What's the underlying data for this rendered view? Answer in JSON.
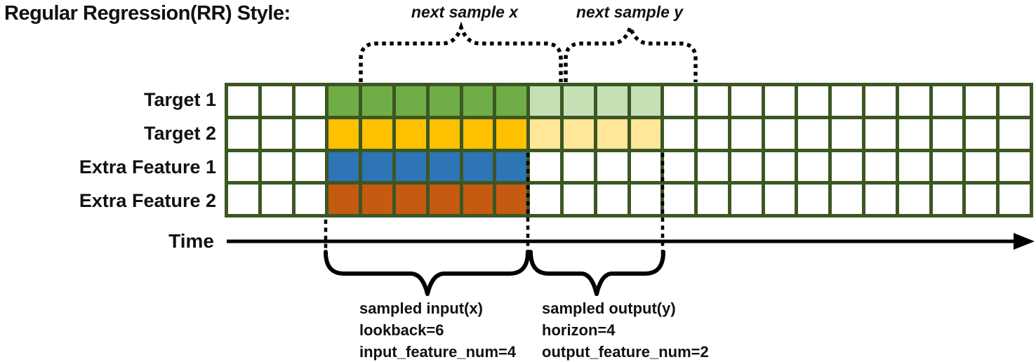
{
  "title": "Regular Regression(RR) Style:",
  "annotations": {
    "next_sample_x": "next sample x",
    "next_sample_y": "next sample y"
  },
  "time_label": "Time",
  "rows": [
    {
      "label": "Target 1",
      "input_color": "#70AD47",
      "output_color": "#C5E0B4"
    },
    {
      "label": "Target 2",
      "input_color": "#FFC000",
      "output_color": "#FFE699"
    },
    {
      "label": "Extra Feature 1",
      "input_color": "#2E75B6",
      "output_color": null
    },
    {
      "label": "Extra Feature 2",
      "input_color": "#C55A11",
      "output_color": null
    }
  ],
  "grid": {
    "columns": 24,
    "row_count": 4,
    "input_start": 3,
    "lookback": 6,
    "horizon": 4,
    "border_color": "#3C5723",
    "empty_cell_color": "#FFFFFF"
  },
  "input_caption": {
    "line1": "sampled input(x)",
    "line2": "lookback=6",
    "line3": "input_feature_num=4"
  },
  "output_caption": {
    "line1": "sampled output(y)",
    "line2": "horizon=4",
    "line3": "output_feature_num=2"
  },
  "colors": {
    "annotation_lines": "#000000",
    "time_arrow": "#000000",
    "text": "#111111"
  }
}
